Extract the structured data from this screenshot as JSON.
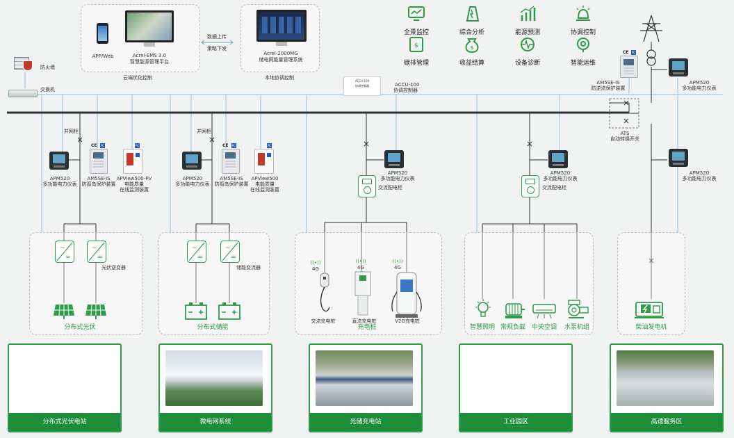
{
  "cloud": {
    "app_label": "APP/Web",
    "ems_name": "Acrel-EMS 3.0",
    "ems_desc": "智慧能源管理平台",
    "cloud_label": "云端优化控制",
    "data_up": "数据上传",
    "strategy_down": "策略下发",
    "mg_name": "Acrel-2000MG",
    "mg_desc": "储电网能量管理系统",
    "local_label": "本地协调控制"
  },
  "features": [
    {
      "label": "全景监控",
      "icon": "monitor-icon"
    },
    {
      "label": "综合分析",
      "icon": "analysis-icon"
    },
    {
      "label": "能源预测",
      "icon": "forecast-icon"
    },
    {
      "label": "协调控制",
      "icon": "control-icon"
    },
    {
      "label": "碳排管理",
      "icon": "carbon-icon"
    },
    {
      "label": "收益结算",
      "icon": "revenue-icon"
    },
    {
      "label": "设备诊断",
      "icon": "diagnosis-icon"
    },
    {
      "label": "智能运维",
      "icon": "maintenance-icon"
    }
  ],
  "network": {
    "firewall": "防火墙",
    "switch": "交换机",
    "accu_name": "ACCU-100",
    "accu_desc": "协调控制器",
    "accu_tiny_1": "ACCU-100",
    "accu_tiny_2": "协调控制器"
  },
  "top_right": {
    "amsse_name": "AM5SE-IS",
    "amsse_desc": "防逆流保护装置",
    "apm_name": "APM520",
    "apm_desc": "多功能电力仪表",
    "ats_name": "ATS",
    "ats_desc": "自动转换开关",
    "apm2_name": "APM520",
    "apm2_desc": "多功能电力仪表"
  },
  "pv_branch": {
    "cabinet": "并网柜",
    "apm_name": "APM520",
    "apm_desc": "多功能电力仪表",
    "prot_name": "AM5SE-IS",
    "prot_desc": "防孤岛保护装置",
    "apv_name": "APView500-PV",
    "apv_desc1": "电能质量",
    "apv_desc2": "在线监测装置",
    "inverter": "光伏逆变器",
    "title": "分布式光伏"
  },
  "storage_branch": {
    "cabinet": "并网柜",
    "apm_name": "APM520",
    "apm_desc": "多功能电力仪表",
    "prot_name": "AM5SE-IS",
    "prot_desc": "防孤岛保护装置",
    "apv_name": "APView500",
    "apv_desc1": "电能质量",
    "apv_desc2": "在线监测装置",
    "inverter": "储能变流器",
    "title": "分布式储能"
  },
  "charging_branch": {
    "apm_name": "APM520",
    "apm_desc": "多功能电力仪表",
    "cabinet": "交流配电柜",
    "net1": "4G",
    "net2": "4G",
    "net3": "4G",
    "ac_pile": "交流充电桩",
    "dc_pile": "直流充电桩",
    "v2g_pile": "V2G充电桩",
    "title": "充电桩"
  },
  "load_branch": {
    "apm_name": "APM520",
    "apm_desc": "多功能电力仪表",
    "cabinet": "交流配电柜",
    "loads": [
      "智慧照明",
      "常规负载",
      "中央空调",
      "水泵机组"
    ]
  },
  "gen_branch": {
    "apm_name": "APM520",
    "apm_desc": "多功能电力仪表",
    "title": "柴油发电机"
  },
  "sites": [
    "分布式光伏电站",
    "微电网系统",
    "光储充电站",
    "工业园区",
    "高速服务区"
  ],
  "colors": {
    "green": "#2e9a4a",
    "bar": "#1e8d3c",
    "bus": "#2d2f31",
    "comm": "#7fb7d4"
  }
}
